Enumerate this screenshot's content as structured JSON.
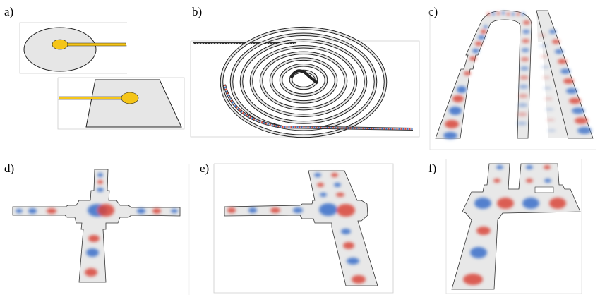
{
  "figure": {
    "panels": [
      {
        "label": "a)"
      },
      {
        "label": "b)"
      },
      {
        "label": "c)"
      },
      {
        "label": "d)"
      },
      {
        "label": "e)"
      },
      {
        "label": "f)"
      }
    ],
    "colors": {
      "substrate": "#e6e6e6",
      "electrode": "#f5c518",
      "field_positive": "#d9453a",
      "field_negative": "#3b6fc9",
      "outline": "#222222",
      "frame": "#cccccc"
    }
  }
}
